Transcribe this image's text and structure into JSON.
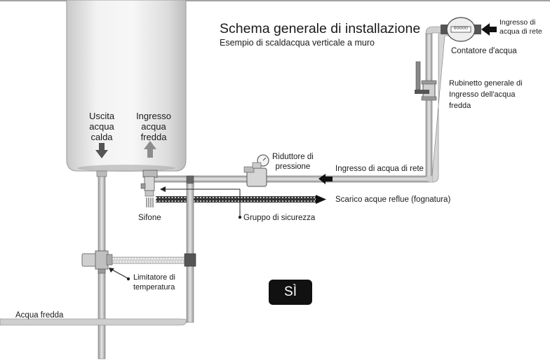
{
  "title": "Schema generale di installazione",
  "subtitle": "Esempio di scaldacqua verticale a muro",
  "labels": {
    "hot_outlet": "Uscita\nacqua\ncalda",
    "cold_inlet": "Ingresso\nacqua\nfredda",
    "network_inlet_top": "Ingresso di\nacqua di rete",
    "water_meter": "Contatore d'acqua",
    "main_valve": "Rubinetto generale di\nIngresso dell'acqua\nfredda",
    "pressure_reducer": "Riduttore di\npressione",
    "network_inlet": "Ingresso di acqua di rete",
    "drain": "Scarico acque reflue (fognatura)",
    "siphon": "Sifone",
    "safety_group": "Gruppo di sicurezza",
    "temp_limiter": "Limitatore di\ntemperatura",
    "cold_water": "Acqua fredda",
    "meter_display": "00000"
  },
  "badge": "SÌ"
}
